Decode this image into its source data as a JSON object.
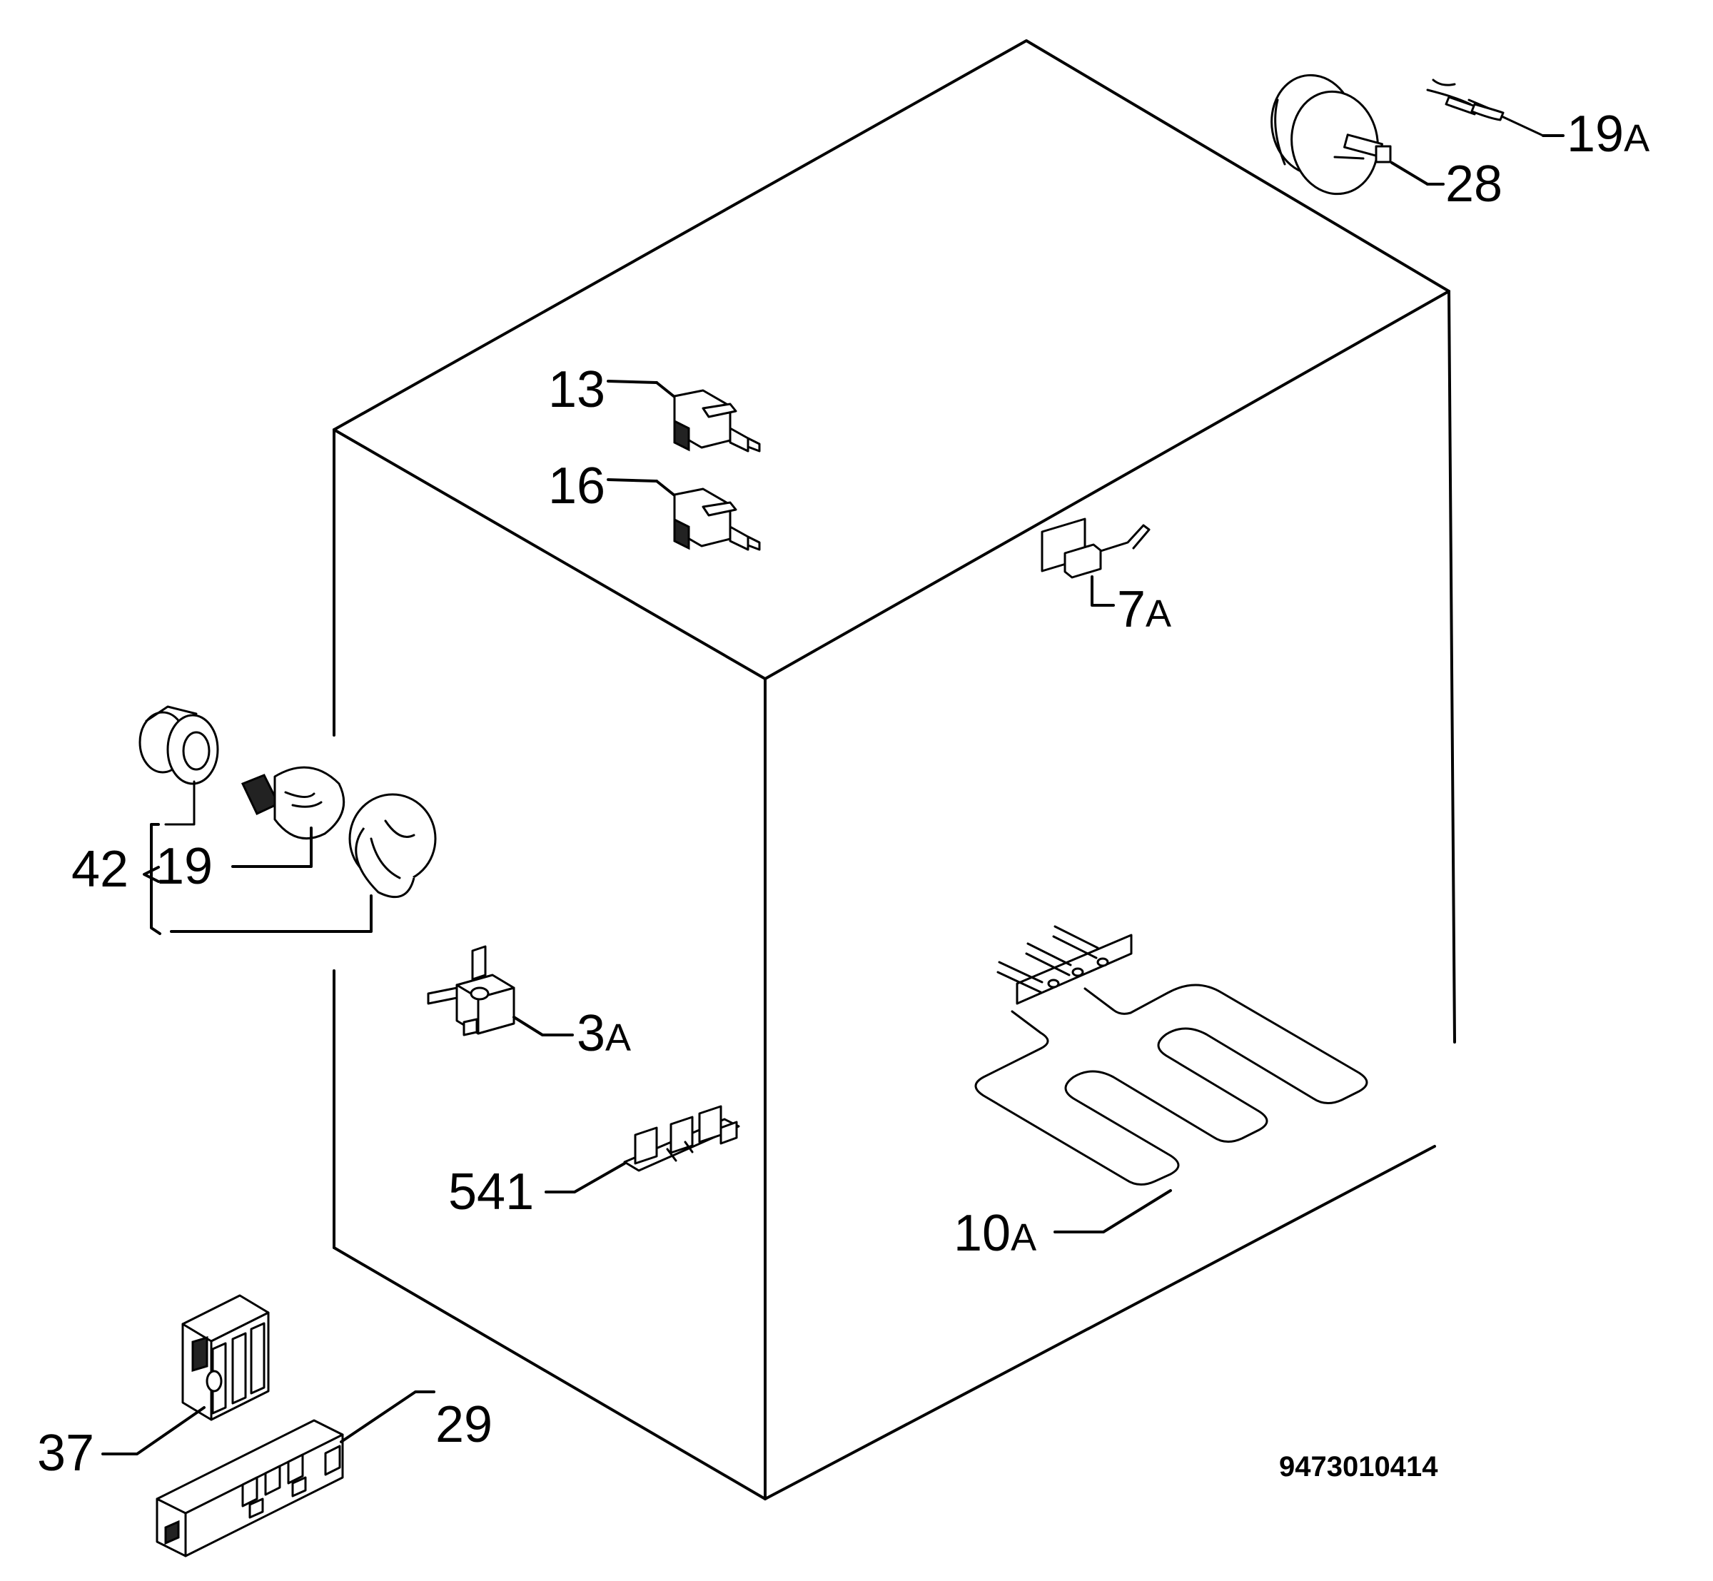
{
  "labels": {
    "p13": "13",
    "p16": "16",
    "p7a_num": "7",
    "p7a_suf": "A",
    "p19a_num": "19",
    "p19a_suf": "A",
    "p28": "28",
    "p42": "42",
    "p19": "19",
    "p3a_num": "3",
    "p3a_suf": "A",
    "p541": "541",
    "p10a_num": "10",
    "p10a_suf": "A",
    "p37": "37",
    "p29": "29"
  },
  "drawing_code": "9473010414"
}
